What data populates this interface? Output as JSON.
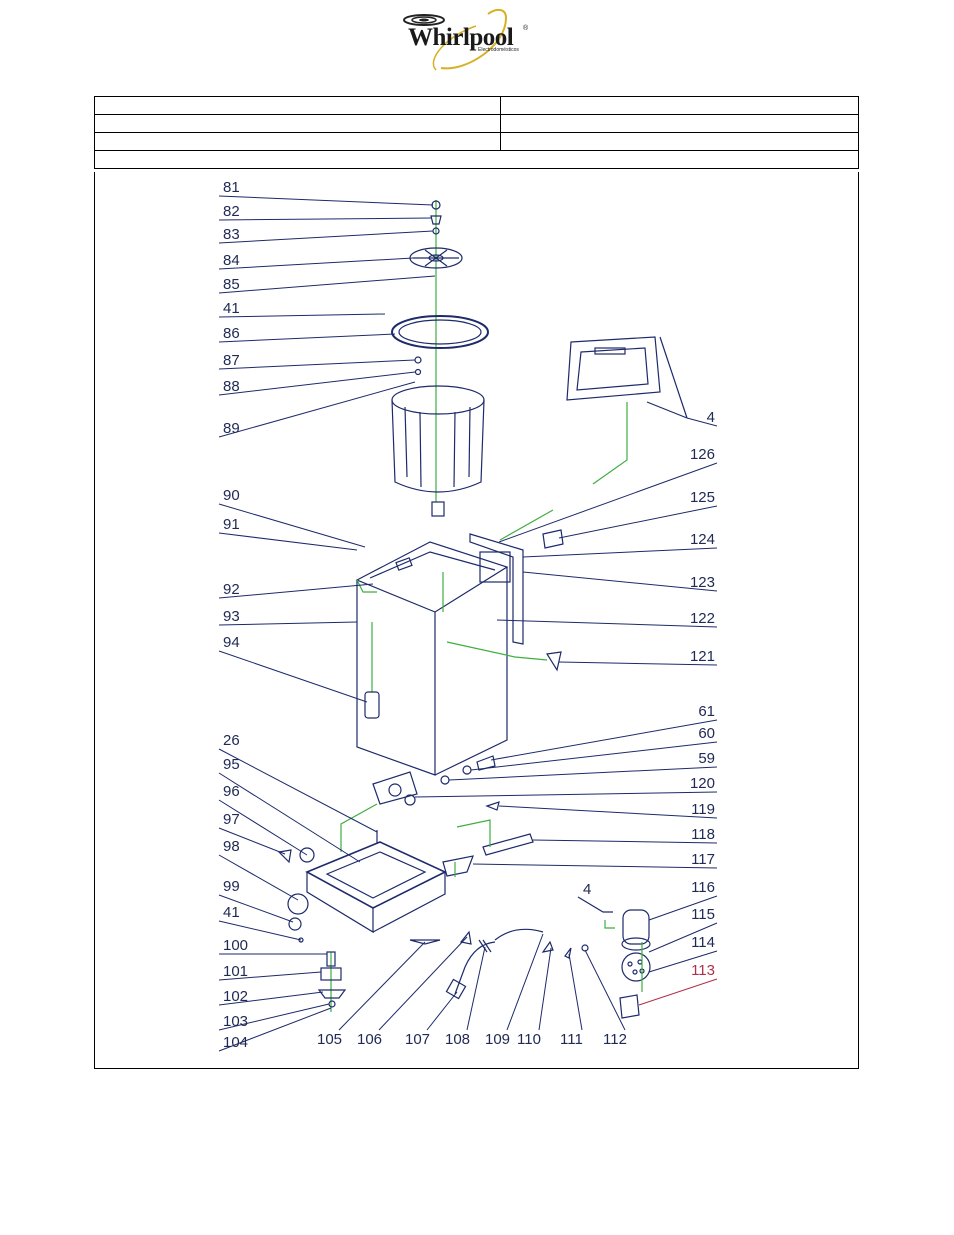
{
  "header": {
    "brand": "Whirlpool",
    "registered": "®",
    "subtitle": "Electrodomésticos"
  },
  "info_table": {
    "rows": [
      [
        "",
        ""
      ],
      [
        "",
        ""
      ],
      [
        "",
        ""
      ],
      [
        ""
      ]
    ]
  },
  "diagram": {
    "labels_left": [
      "81",
      "82",
      "83",
      "84",
      "85",
      "41",
      "86",
      "87",
      "88",
      "89",
      "90",
      "91",
      "92",
      "93",
      "94",
      "26",
      "95",
      "96",
      "97",
      "98",
      "99",
      "41",
      "100",
      "101",
      "102",
      "103",
      "104"
    ],
    "labels_right": [
      "4",
      "126",
      "125",
      "124",
      "123",
      "122",
      "121",
      "61",
      "60",
      "59",
      "120",
      "119",
      "118",
      "117",
      "116",
      "115",
      "114",
      "113"
    ],
    "labels_bottom": [
      "105",
      "106",
      "107",
      "108",
      "109",
      "110",
      "111",
      "112"
    ],
    "label_4_lower": "4",
    "colors": {
      "label": "#202a55",
      "highlight_label": "#b03048",
      "leader_green": "#3fae3f",
      "part_stroke": "#1d2a6b"
    }
  }
}
